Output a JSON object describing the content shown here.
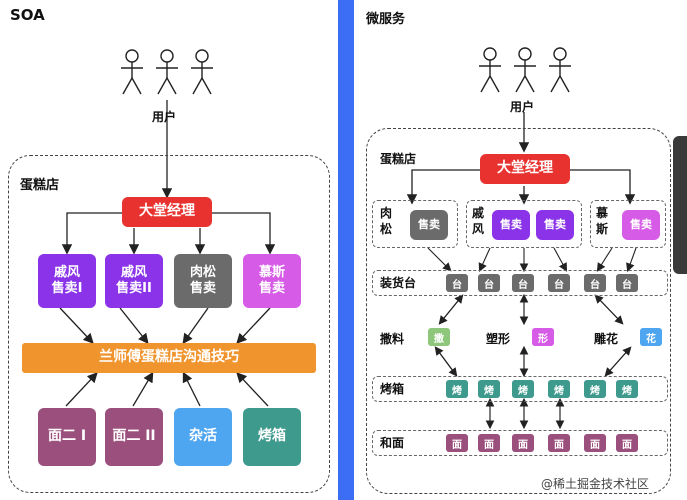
{
  "soa": {
    "title": "SOA",
    "users_label": "用户",
    "store_label": "蛋糕店",
    "manager": "大堂经理",
    "sellers": [
      "戚风\n售卖I",
      "戚风\n售卖II",
      "肉松\n售卖",
      "慕斯\n售卖"
    ],
    "bus": "兰师傅蛋糕店沟通技巧",
    "workers": [
      "面二 I",
      "面二 II",
      "杂活",
      "烤箱"
    ]
  },
  "micro": {
    "title": "微服务",
    "users_label": "用户",
    "store_label": "蛋糕店",
    "manager": "大堂经理",
    "groups": [
      {
        "label": "肉\n松",
        "chips": [
          "售卖"
        ]
      },
      {
        "label": "戚\n风",
        "chips": [
          "售卖",
          "售卖"
        ]
      },
      {
        "label": "慕\n斯",
        "chips": [
          "售卖"
        ]
      }
    ],
    "rows": {
      "load_label": "装货台",
      "load_chip": "台",
      "mix_label": "撒料",
      "mix_chip": "撒",
      "shape_label": "塑形",
      "shape_chip": "形",
      "flower_label": "雕花",
      "flower_chip": "花",
      "oven_label": "烤箱",
      "oven_chip": "烤",
      "dough_label": "和面",
      "dough_chip": "面"
    }
  },
  "watermark": "稀土掘金技术社区",
  "colors": {
    "red": "#e8322f",
    "purple": "#8a33e8",
    "gray": "#6b6b6b",
    "pink": "#d65be6",
    "orange": "#f0952e",
    "mauve": "#9a4f7c",
    "blue": "#4ea5f0",
    "teal": "#3f9a8e",
    "divider": "#3b6ef5"
  }
}
